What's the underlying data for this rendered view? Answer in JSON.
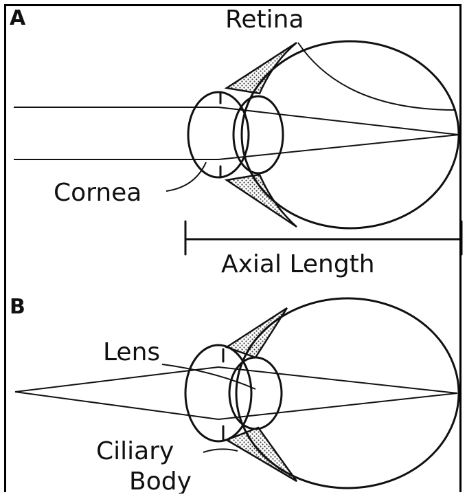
{
  "panels": [
    {
      "letter": "A",
      "labels": {
        "retina": "Retina",
        "cornea": "Cornea",
        "axial_length": "Axial Length"
      }
    },
    {
      "letter": "B",
      "labels": {
        "lens": "Lens",
        "ciliary_line1": "Ciliary",
        "ciliary_line2": "Body"
      }
    }
  ],
  "colors": {
    "line": "#111111",
    "background": "#ffffff",
    "stipple": "#444444"
  }
}
